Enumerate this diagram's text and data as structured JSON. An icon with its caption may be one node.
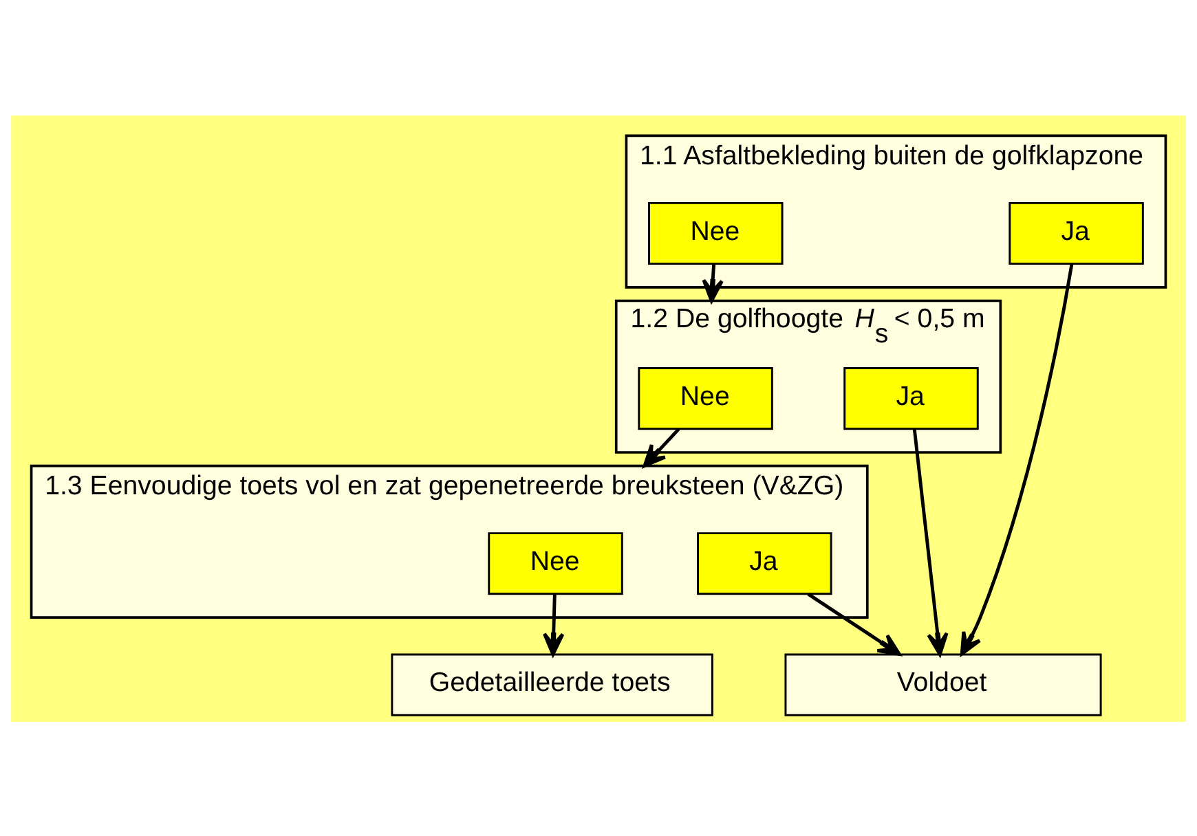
{
  "diagram": {
    "nodes": [
      {
        "text": [
          "1.1 Asfaltbekleding buiten de golfklapzone"
        ]
      },
      {
        "text": [
          "Nee"
        ],
        "in": 0
      },
      {
        "text": [
          "Ja"
        ],
        "in": 0
      },
      {
        "text": [
          "1.2 De golfhoogte *H*$_{s}$ < 0,5 m"
        ]
      },
      {
        "text": [
          "Nee"
        ],
        "in": 3
      },
      {
        "text": [
          "Ja"
        ],
        "in": 3
      },
      {
        "text": [
          "1.3 Eenvoudige toets vol en zat gepenetreerde breuksteen (V&ZG)"
        ]
      },
      {
        "text": [
          "Nee"
        ],
        "in": 6
      },
      {
        "text": [
          "Ja"
        ],
        "in": 6
      },
      {
        "text": [
          "Gedetailleerde toets"
        ]
      },
      {
        "text": [
          "Voldoet"
        ]
      }
    ],
    "edges": [
      {
        "from": 1,
        "to": 3,
        "arrow": "to"
      },
      {
        "from": 4,
        "to": 6,
        "arrow": "to"
      },
      {
        "from": 7,
        "to": 9,
        "arrow": "to"
      },
      {
        "from": 8,
        "to": 10,
        "arrow": "to"
      },
      {
        "from": 5,
        "to": 10,
        "arrow": "to"
      },
      {
        "from": 2,
        "to": 10,
        "arrow": "to"
      }
    ]
  }
}
